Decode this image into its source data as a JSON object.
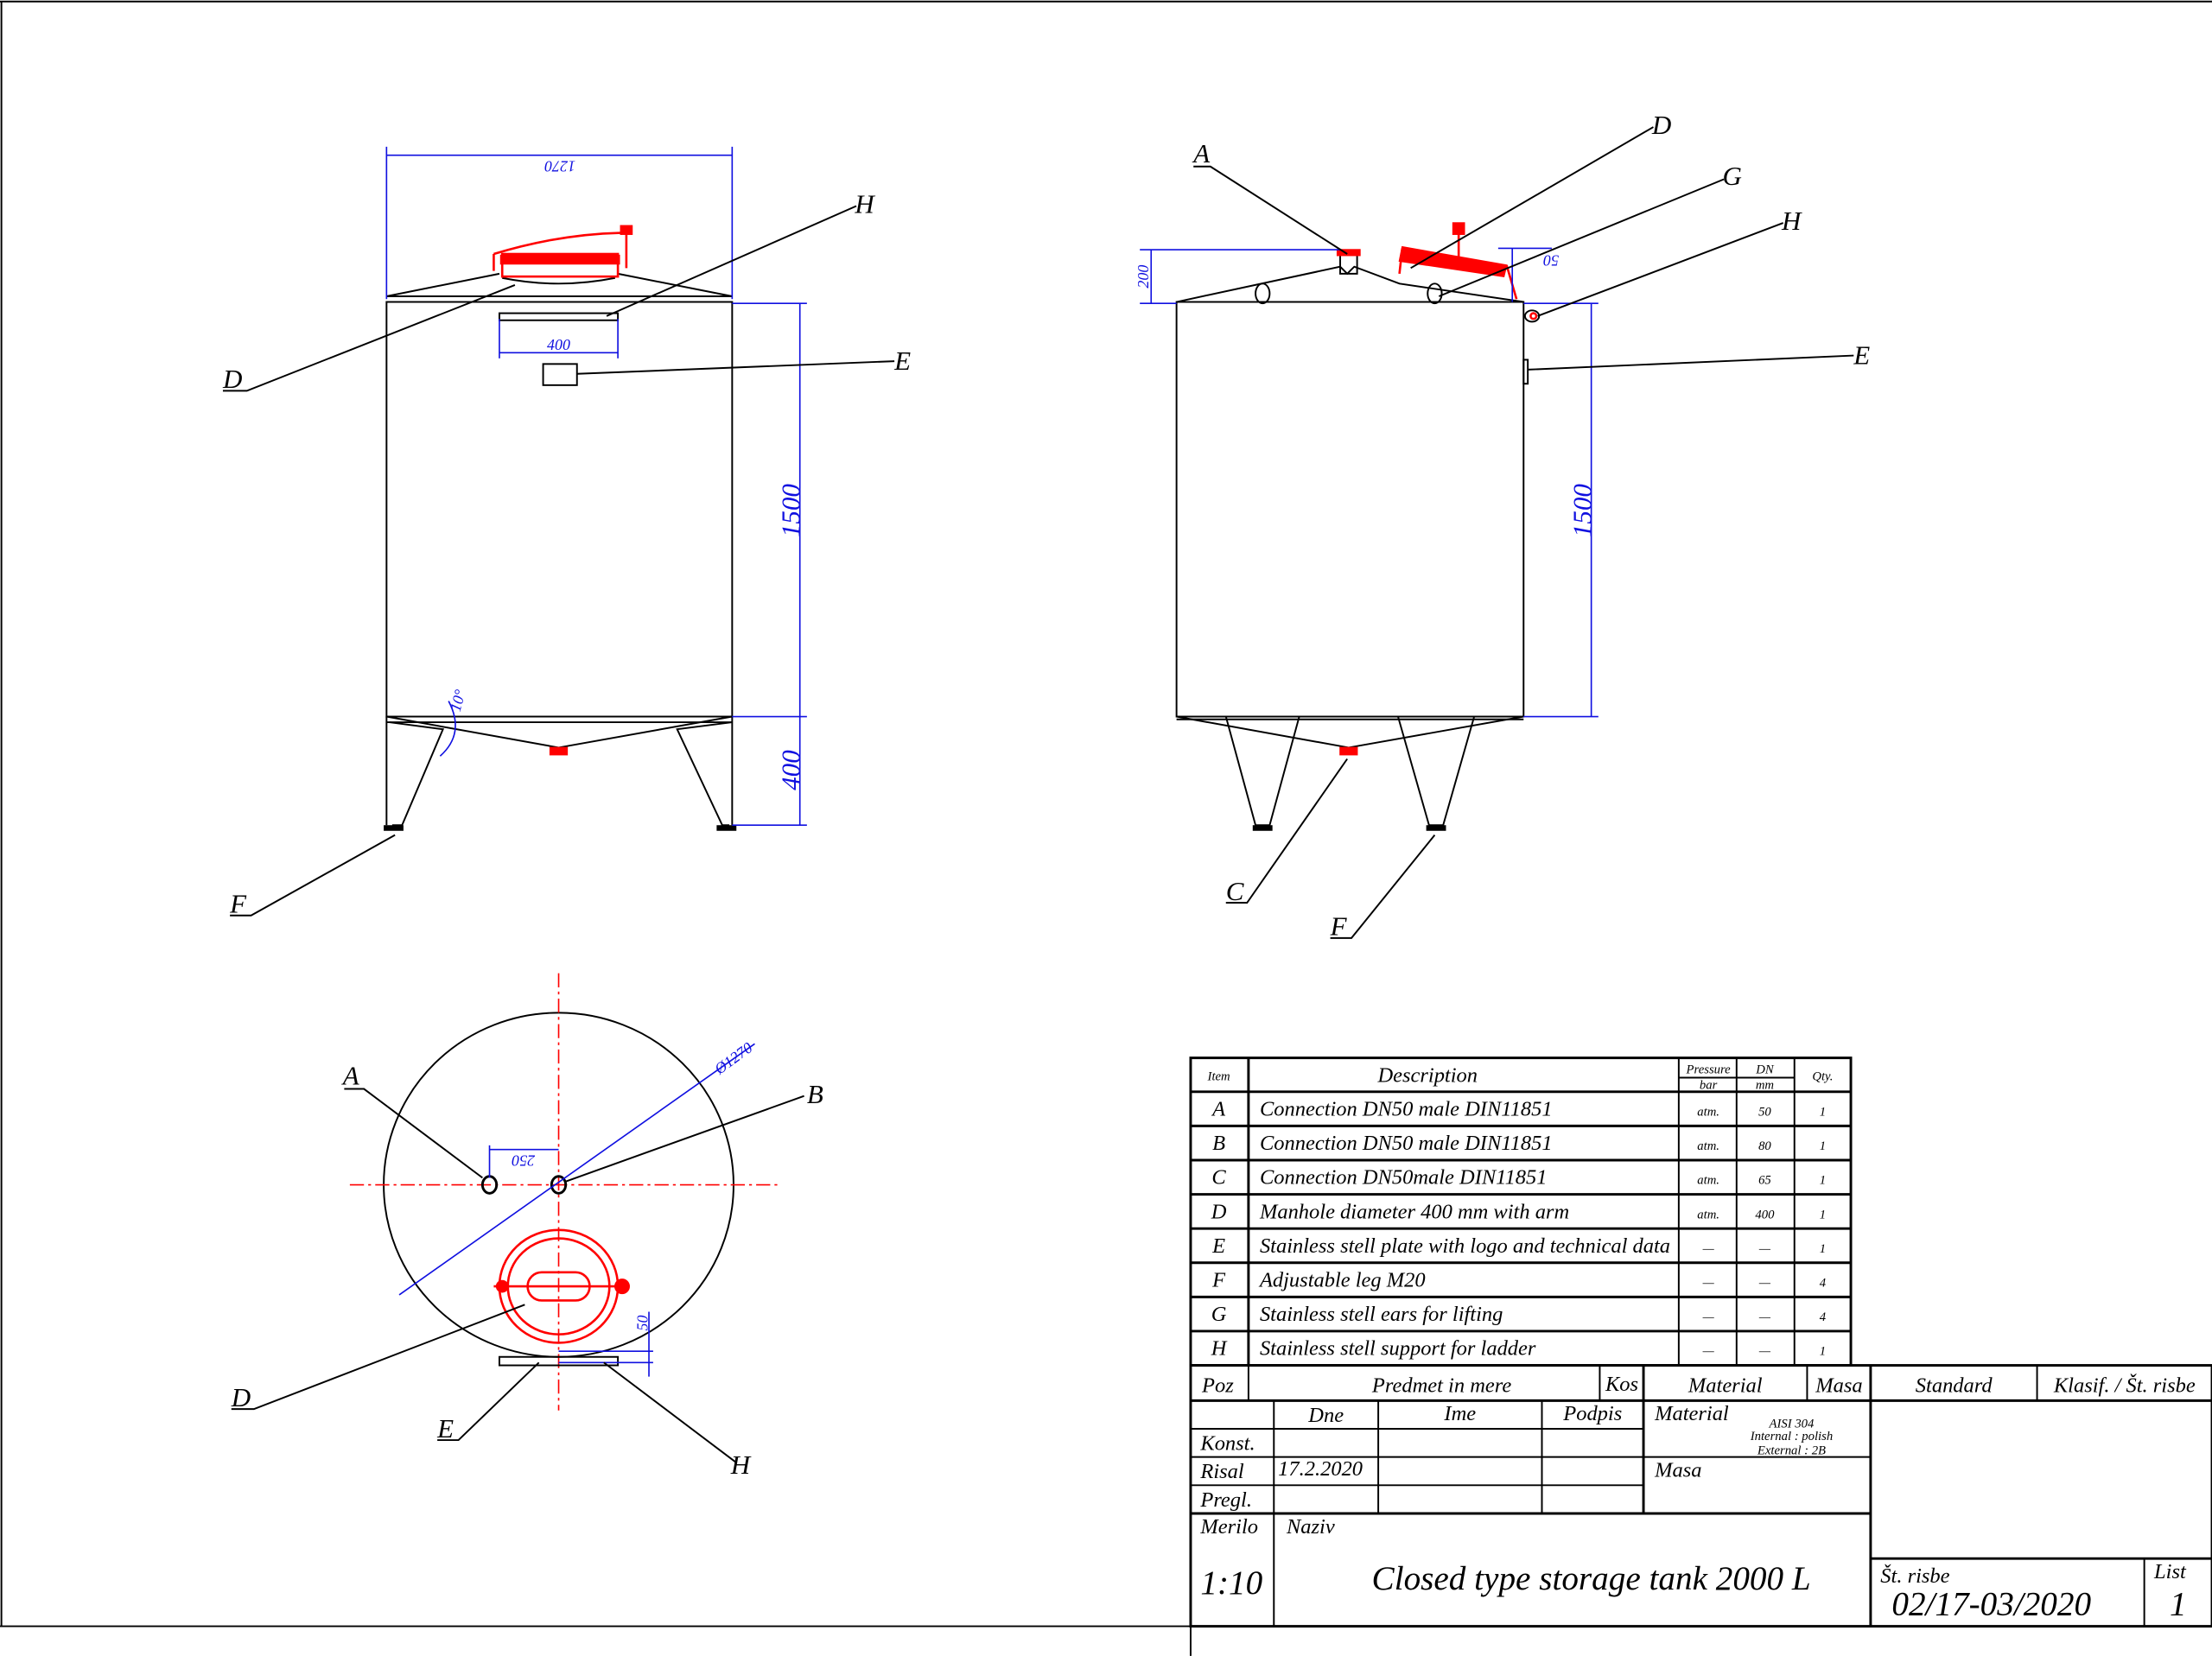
{
  "labels": {
    "A": "A",
    "B": "B",
    "C": "C",
    "D": "D",
    "E": "E",
    "F": "F",
    "G": "G",
    "H": "H"
  },
  "dimensions": {
    "width": "1270",
    "manhole": "400",
    "height": "1500",
    "legs": "400",
    "cone": "200",
    "offset": "50",
    "angle": "10°",
    "diameter": "Ø1270",
    "spacing": "250",
    "support": "50"
  },
  "parts_table": {
    "headers": {
      "item": "Item",
      "description": "Description",
      "pressure": "Pressure",
      "pressure_unit": "bar",
      "dn": "DN",
      "dn_unit": "mm",
      "qty": "Qty."
    },
    "rows": [
      {
        "item": "A",
        "description": "Connection DN50 male DIN11851",
        "pressure": "atm.",
        "dn": "50",
        "qty": "1"
      },
      {
        "item": "B",
        "description": "Connection DN50 male DIN11851",
        "pressure": "atm.",
        "dn": "80",
        "qty": "1"
      },
      {
        "item": "C",
        "description": "Connection DN50male DIN11851",
        "pressure": "atm.",
        "dn": "65",
        "qty": "1"
      },
      {
        "item": "D",
        "description": "Manhole diameter 400 mm with arm",
        "pressure": "atm.",
        "dn": "400",
        "qty": "1"
      },
      {
        "item": "E",
        "description": "Stainless stell plate with logo and technical data",
        "pressure": "—",
        "dn": "—",
        "qty": "1"
      },
      {
        "item": "F",
        "description": "Adjustable leg M20",
        "pressure": "—",
        "dn": "—",
        "qty": "4"
      },
      {
        "item": "G",
        "description": "Stainless stell ears for lifting",
        "pressure": "—",
        "dn": "—",
        "qty": "4"
      },
      {
        "item": "H",
        "description": "Stainless stell support for ladder",
        "pressure": "—",
        "dn": "—",
        "qty": "1"
      }
    ]
  },
  "title_block": {
    "poz": "Poz",
    "predmet": "Predmet in mere",
    "kos": "Kos",
    "material": "Material",
    "masa": "Masa",
    "standard": "Standard",
    "klasif": "Klasif. / Št. risbe",
    "dne": "Dne",
    "ime": "Ime",
    "podpis": "Podpis",
    "konst": "Konst.",
    "risal": "Risal",
    "risal_date": "17.2.2020",
    "pregl": "Pregl.",
    "material_label": "Material",
    "material_grade": "AISI 304",
    "material_internal": "Internal : polish",
    "material_external": "External : 2B",
    "masa_label": "Masa",
    "merilo": "Merilo",
    "scale": "1:10",
    "naziv": "Naziv",
    "title": "Closed type storage tank 2000 L",
    "st_risbe": "Št. risbe",
    "drawing_number": "02/17-03/2020",
    "list_label": "List",
    "list_number": "1"
  }
}
